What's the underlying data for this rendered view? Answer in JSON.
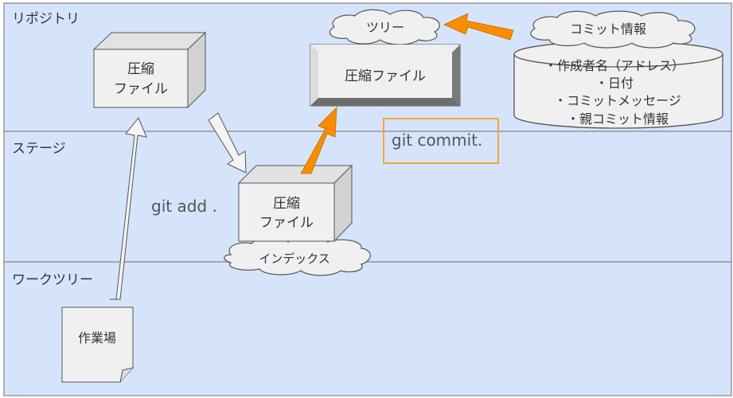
{
  "zones": {
    "repository": "リポジトリ",
    "stage": "ステージ",
    "worktree": "ワークツリー"
  },
  "boxes": {
    "compressed_repo_line1": "圧縮",
    "compressed_repo_line2": "ファイル",
    "compressed_stage_line1": "圧縮",
    "compressed_stage_line2": "ファイル",
    "tree_file": "圧縮ファイル",
    "workspace": "作業場"
  },
  "clouds": {
    "tree": "ツリー",
    "commit_info": "コミット情報",
    "index": "インデックス"
  },
  "commit_info_items": [
    "・作成者名（アドレス）",
    "・日付",
    "・コミットメッセージ",
    "・親コミット情報"
  ],
  "commands": {
    "add": "git add .",
    "commit": "git commit."
  },
  "colors": {
    "zone_fill": "#d6e4fb",
    "zone_border": "#999999",
    "box_face": "#f0f0f0",
    "box_side": "#d2d2d2",
    "box_top": "#e2e2e2",
    "arrow_orange": "#fb8c00",
    "commit_box_border": "#f4a43a",
    "text": "#333333",
    "command_text": "#555555"
  },
  "icons": {
    "arrow_up_white": "arrow-up-icon",
    "arrow_down_white": "arrow-down-right-icon",
    "arrow_up_orange": "arrow-up-right-icon",
    "arrow_left_orange": "arrow-left-icon"
  }
}
